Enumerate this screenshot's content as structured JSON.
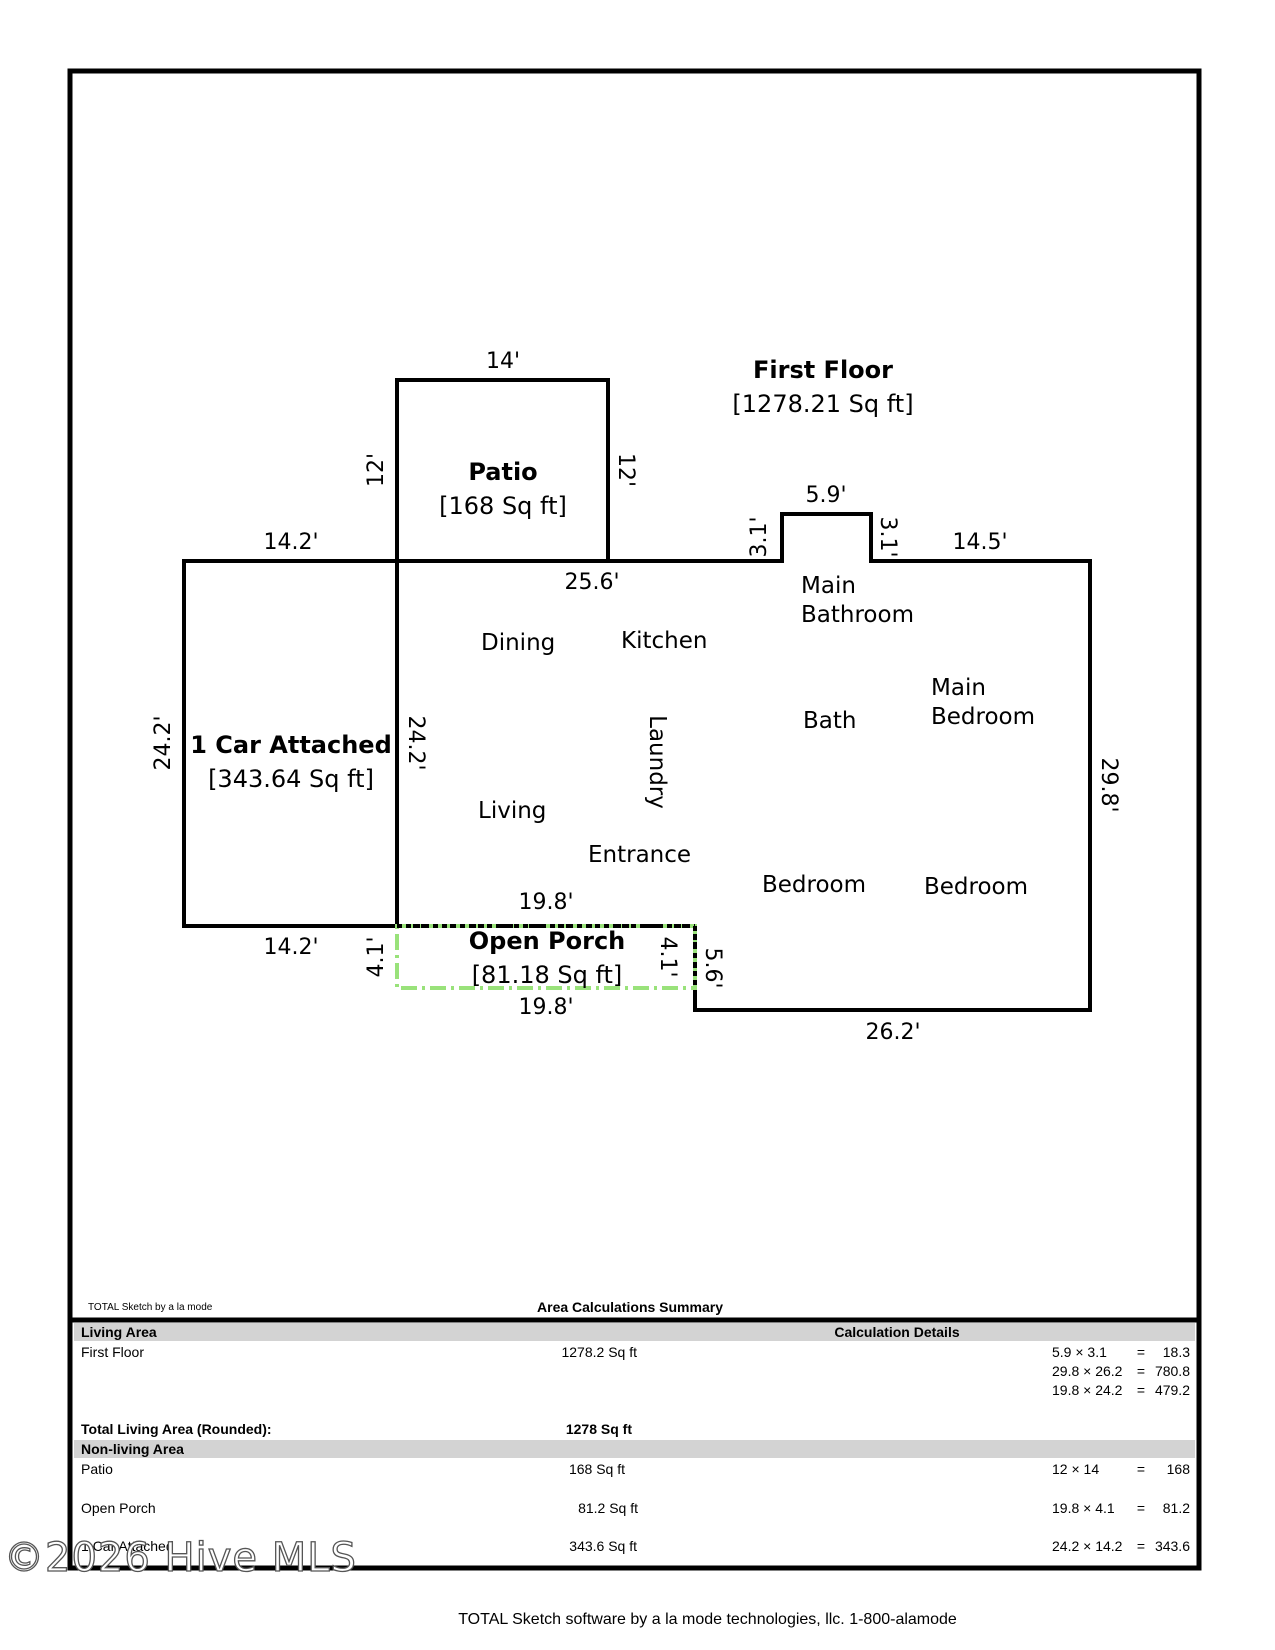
{
  "floor": {
    "title": "First Floor",
    "area": "[1278.21 Sq ft]"
  },
  "areas": {
    "patio": {
      "name": "Patio",
      "area": "[168 Sq ft]"
    },
    "garage": {
      "name": "1 Car Attached",
      "area": "[343.64 Sq ft]"
    },
    "porch": {
      "name": "Open Porch",
      "area": "[81.18 Sq ft]"
    }
  },
  "rooms": {
    "dining": "Dining",
    "kitchen": "Kitchen",
    "main_bathroom_1": "Main",
    "main_bathroom_2": "Bathroom",
    "main_bedroom_1": "Main",
    "main_bedroom_2": "Bedroom",
    "bath": "Bath",
    "laundry": "Laundry",
    "living": "Living",
    "entrance": "Entrance",
    "bedroom_1": "Bedroom",
    "bedroom_2": "Bedroom"
  },
  "dimensions": {
    "patio_top": "14'",
    "patio_left": "12'",
    "patio_right": "12'",
    "garage_top": "14.2'",
    "garage_bottom": "14.2'",
    "garage_left": "24.2'",
    "house_left": "24.2'",
    "house_top_inner": "25.6'",
    "bump_top": "5.9'",
    "bump_left": "3.1'",
    "bump_right": "3.1'",
    "house_top_right": "14.5'",
    "house_right": "29.8'",
    "house_bottom": "26.2'",
    "house_step": "5.6'",
    "porch_top": "19.8'",
    "porch_bottom": "19.8'",
    "porch_left": "4.1'",
    "porch_right": "4.1'"
  },
  "credit_small": "TOTAL Sketch by a la mode",
  "summary": {
    "title": "Area Calculations Summary",
    "living_header": "Living Area",
    "calc_header": "Calculation Details",
    "first_floor_label": "First Floor",
    "first_floor_area": "1278.2 Sq ft",
    "first_floor_calcs": [
      {
        "expr": "5.9 × 3.1",
        "eq": "=",
        "result": "18.3"
      },
      {
        "expr": "29.8 × 26.2",
        "eq": "=",
        "result": "780.8"
      },
      {
        "expr": "19.8 × 24.2",
        "eq": "=",
        "result": "479.2"
      }
    ],
    "total_label": "Total Living Area (Rounded):",
    "total_value": "1278 Sq ft",
    "nonliving_header": "Non-living Area",
    "nonliving": [
      {
        "label": "Patio",
        "area": "168 Sq ft",
        "expr": "12 × 14",
        "eq": "=",
        "result": "168"
      },
      {
        "label": "Open Porch",
        "area": "81.2 Sq ft",
        "expr": "19.8 × 4.1",
        "eq": "=",
        "result": "81.2"
      },
      {
        "label": "1 Car Attached",
        "area": "343.6 Sq ft",
        "expr": "24.2 × 14.2",
        "eq": "=",
        "result": "343.6"
      }
    ]
  },
  "watermark": "©2026 Hive MLS",
  "footer": "TOTAL Sketch software by a la mode technologies, llc. 1-800-alamode",
  "colors": {
    "porch_outline": "#99e27a",
    "table_header_bg": "#d3d3d3"
  }
}
